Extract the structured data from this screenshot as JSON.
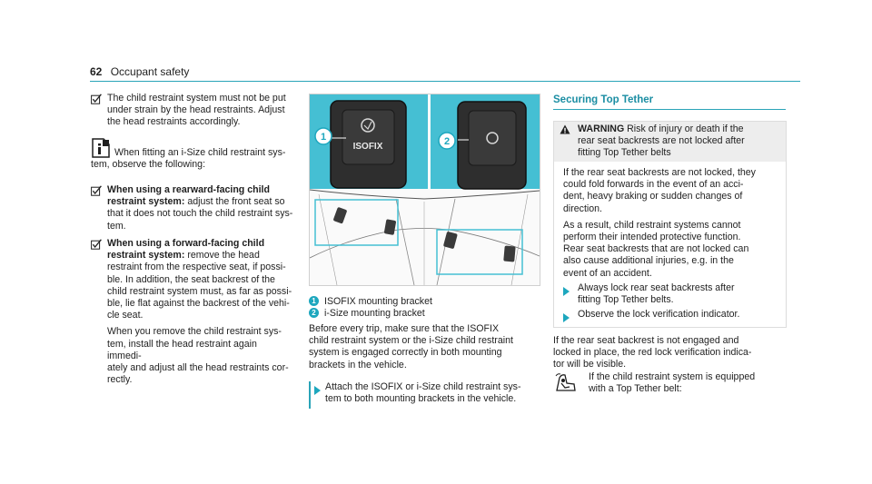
{
  "header": {
    "page_number": "62",
    "section": "Occupant safety"
  },
  "col1": {
    "note1": [
      "The child restraint system must not be put",
      "under strain by the head restraints. Adjust",
      "the head restraints accordingly."
    ],
    "info_lines": [
      "When fitting an i-Size child restraint sys-",
      "tem, observe the following:"
    ],
    "rear_title": [
      "When using a rearward-facing child",
      "restraint system:"
    ],
    "rear_body_first": " adjust the front seat so",
    "rear_body": [
      "that it does not touch the child restraint sys-",
      "tem."
    ],
    "fwd_title": [
      "When using a forward-facing child",
      "restraint system:"
    ],
    "fwd_body_first": " remove the head",
    "fwd_body": [
      "restraint from the respective seat, if possi-",
      "ble. In addition, the seat backrest of the",
      "child restraint system must, as far as possi-",
      "ble, lie flat against the backrest of the vehi-",
      "cle seat."
    ],
    "fwd_body2": [
      "When you remove the child restraint sys-",
      "tem, install the head restraint again immedi-",
      "ately and adjust all the head restraints cor-",
      "rectly."
    ]
  },
  "figure": {
    "isofix_text": "ISOFIX",
    "marker1": "1",
    "marker2": "2"
  },
  "col2": {
    "legend": [
      {
        "num": "1",
        "text": "ISOFIX mounting bracket"
      },
      {
        "num": "2",
        "text": "i-Size mounting bracket"
      }
    ],
    "para": [
      "Before every trip, make sure that the ISOFIX",
      "child restraint system or the i-Size child restraint",
      "system is engaged correctly in both mounting",
      "brackets in the vehicle."
    ],
    "step": [
      "Attach the ISOFIX or i-Size child restraint sys-",
      "tem to both mounting brackets in the vehicle."
    ]
  },
  "col3": {
    "title": "Securing Top Tether",
    "warning_label": "WARNING",
    "warning_head": [
      " Risk of injury or death if the",
      "rear seat backrests are not locked after",
      "fitting Top Tether belts"
    ],
    "warn_p1": [
      "If the rear seat backrests are not locked, they",
      "could fold forwards in the event of an acci-",
      "dent, heavy braking or sudden changes of",
      "direction."
    ],
    "warn_p2": [
      "As a result, child restraint systems cannot",
      "perform their intended protective function.",
      "Rear seat backrests that are not locked can",
      "also cause additional injuries, e.g. in the",
      "event of an accident."
    ],
    "step1": [
      "Always lock rear seat backrests after",
      "fitting Top Tether belts."
    ],
    "step2": "Observe the lock verification indicator.",
    "after": [
      "If the rear seat backrest is not engaged and",
      "locked in place, the red lock verification indica-",
      "tor will be visible."
    ],
    "tether_text": [
      "If the child restraint system is equipped",
      "with a Top Tether belt:"
    ]
  },
  "colors": {
    "accent": "#1da7be",
    "rule": "#2aa4b8"
  }
}
